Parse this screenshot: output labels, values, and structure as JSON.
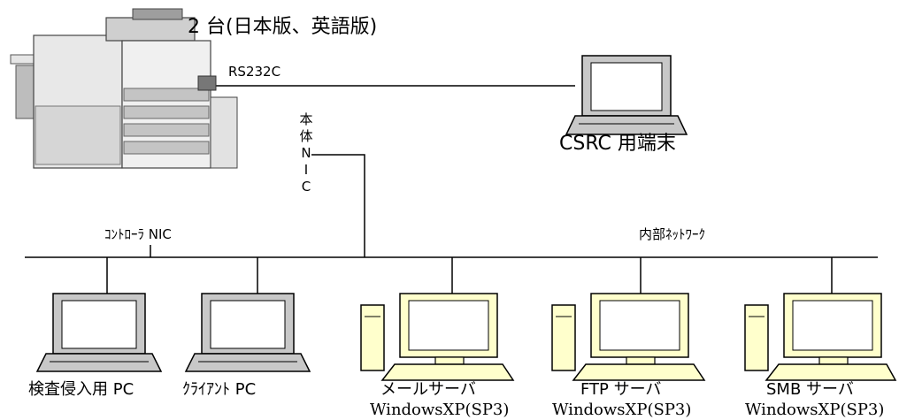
{
  "mfp": {
    "count_label": "2 台(日本版、英語版)",
    "serial_label": "RS232C",
    "nic_label_chars": [
      "本",
      "体",
      "N",
      "I",
      "C"
    ],
    "controller_nic_label": "ｺﾝﾄﾛｰﾗ NIC"
  },
  "csrc": {
    "label": "CSRC 用端末"
  },
  "network": {
    "label": "内部ﾈｯﾄﾜｰｸ"
  },
  "nodes": [
    {
      "label": "検査侵入用 PC",
      "os": ""
    },
    {
      "label": "ｸﾗｲｱﾝﾄ PC",
      "os": ""
    },
    {
      "label": "メールサーバ",
      "os": "WindowsXP(SP3)"
    },
    {
      "label": "FTP サーバ",
      "os": "WindowsXP(SP3)"
    },
    {
      "label": "SMB サーバ",
      "os": "WindowsXP(SP3)"
    }
  ],
  "colors": {
    "line": "#000000",
    "pc_cream": "#ffffcc",
    "laptop_gray": "#c8c8c8",
    "printer_body": "#dcdcdc"
  }
}
